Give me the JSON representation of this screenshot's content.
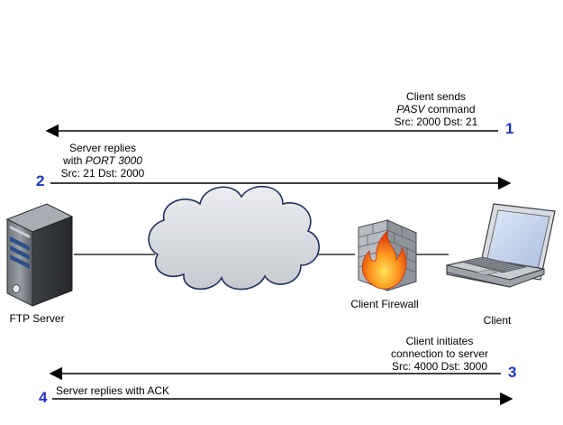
{
  "messages": [
    {
      "step": "1",
      "lines": [
        "Client sends",
        "PASV command",
        "Src: 2000 Dst: 21"
      ],
      "italic_parts": {
        "line": 1,
        "text": "PASV",
        "rest": " command"
      }
    },
    {
      "step": "2",
      "lines": [
        "Server replies",
        "with PORT 3000",
        "Src: 21 Dst: 2000"
      ],
      "italic_parts": {
        "line": 1,
        "prefix": "with ",
        "text": "PORT 3000"
      }
    },
    {
      "step": "3",
      "lines": [
        "Client initiates",
        "connection to server",
        "Src: 4000 Dst: 3000"
      ]
    },
    {
      "step": "4",
      "lines": [
        "Server replies with ACK"
      ]
    }
  ],
  "nodes": {
    "server": {
      "label": "FTP Server"
    },
    "firewall": {
      "label": "Client Firewall"
    },
    "client": {
      "label": "Client"
    }
  },
  "colors": {
    "step_number": "#1f35c4",
    "arrow": "#000000",
    "cloud_fill": "#d4d7dc",
    "cloud_stroke": "#1f2f5a"
  }
}
